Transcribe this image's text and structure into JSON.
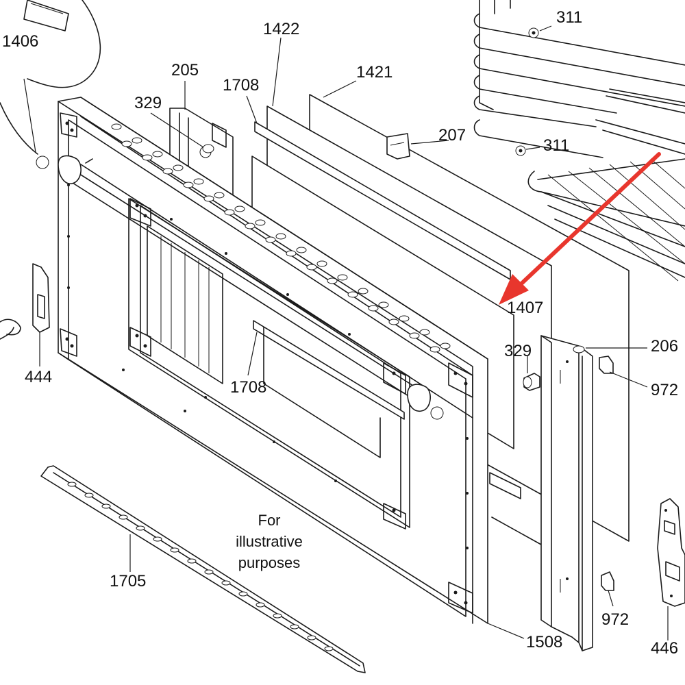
{
  "labels": {
    "p1406": "1406",
    "p311a": "311",
    "p311b": "311",
    "p1422": "1422",
    "p205": "205",
    "p1421": "1421",
    "p1708a": "1708",
    "p329a": "329",
    "p207": "207",
    "p1407": "1407",
    "p206": "206",
    "p329b": "329",
    "p972a": "972",
    "p444": "444",
    "p1708b": "1708",
    "p1705": "1705",
    "p972b": "972",
    "p1508": "1508",
    "p446": "446"
  },
  "note": {
    "line1": "For",
    "line2": "illustrative",
    "line3": "purposes"
  },
  "colors": {
    "arrow": "#e8362d",
    "line": "#1a1a1a",
    "background": "#ffffff"
  }
}
